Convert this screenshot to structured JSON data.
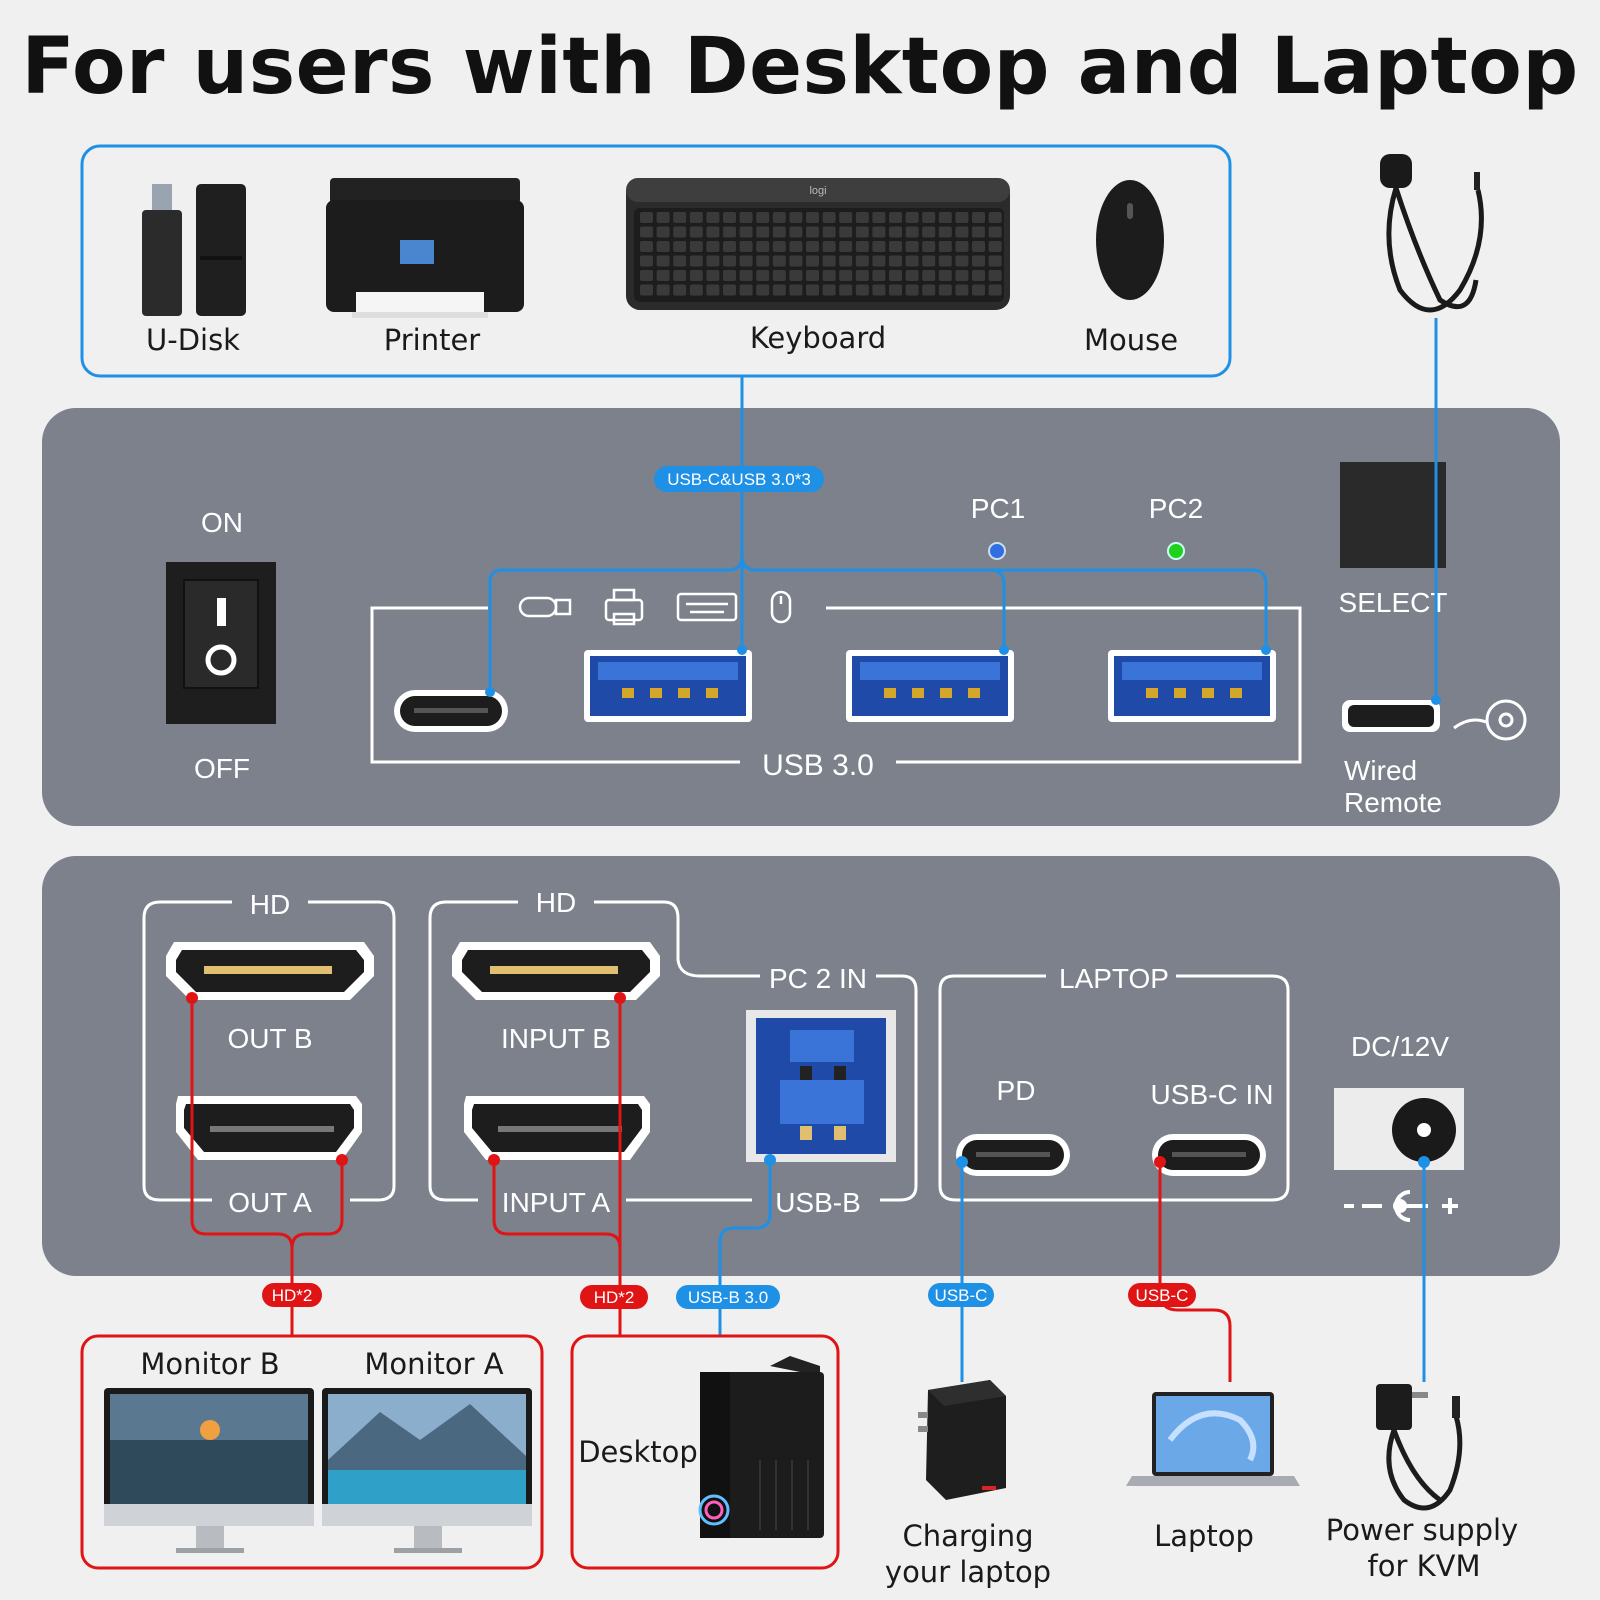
{
  "title": "For users with Desktop and Laptop",
  "peripherals": {
    "udisk": "U-Disk",
    "printer": "Printer",
    "keyboard": "Keyboard",
    "keyboard_brand": "logi",
    "mouse": "Mouse"
  },
  "front_panel": {
    "on": "ON",
    "off": "OFF",
    "usb_tag": "USB-C&USB 3.0*3",
    "pc1": "PC1",
    "pc2": "PC2",
    "select": "SELECT",
    "usb30": "USB 3.0",
    "wired_remote_1": "Wired",
    "wired_remote_2": "Remote",
    "pc1_led_color": "#2f6fe0",
    "pc2_led_color": "#1fd11f"
  },
  "back_panel": {
    "hd_left": "HD",
    "hd_right": "HD",
    "out_b": "OUT B",
    "out_a": "OUT A",
    "input_b": "INPUT B",
    "input_a": "INPUT A",
    "pc2_in": "PC 2 IN",
    "usb_b": "USB-B",
    "laptop": "LAPTOP",
    "pd": "PD",
    "usbc_in": "USB-C IN",
    "dc": "DC/12V"
  },
  "tags": {
    "hd2_left": "HD*2",
    "hd2_right": "HD*2",
    "usbb30": "USB-B 3.0",
    "usbc_blue": "USB-C",
    "usbc_red": "USB-C"
  },
  "devices": {
    "monitor_b": "Monitor B",
    "monitor_a": "Monitor A",
    "desktop": "Desktop",
    "charging_1": "Charging",
    "charging_2": "your laptop",
    "laptop": "Laptop",
    "power_1": "Power supply",
    "power_2": "for KVM"
  },
  "colors": {
    "blue_line": "#1e90e6",
    "red_line": "#e01414",
    "panel": "#7c818c"
  }
}
